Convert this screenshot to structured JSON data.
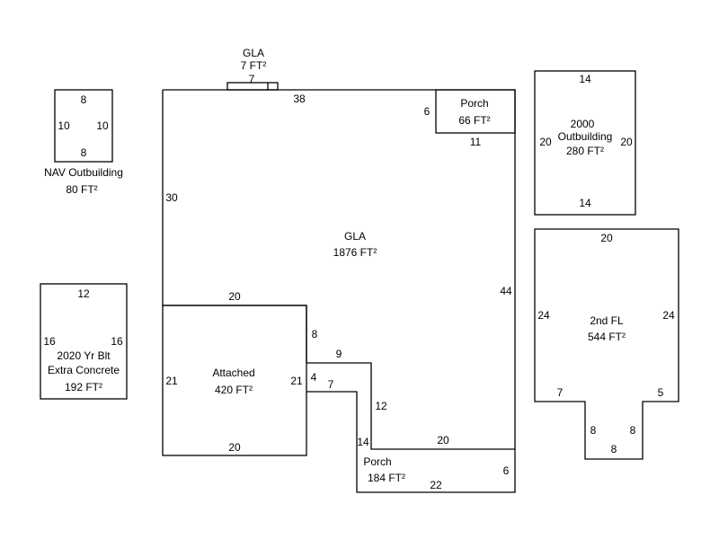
{
  "areas": {
    "gla_small": {
      "name": "GLA",
      "area": "7 FT²",
      "dims": [
        "7"
      ]
    },
    "gla_main": {
      "name": "GLA",
      "area": "1876 FT²",
      "dims": [
        "38",
        "30",
        "44",
        "20",
        "8",
        "9",
        "12",
        "20"
      ]
    },
    "porch_top": {
      "name": "Porch",
      "area": "66 FT²",
      "dims": [
        "6",
        "11"
      ]
    },
    "attached": {
      "name": "Attached",
      "area": "420 FT²",
      "dims": [
        "20",
        "21",
        "21",
        "20"
      ]
    },
    "porch_bottom": {
      "name": "Porch",
      "area": "184 FT²",
      "dims": [
        "4",
        "7",
        "14",
        "22",
        "6"
      ]
    },
    "nav_outbuilding": {
      "name": "NAV Outbuilding",
      "area": "80 FT²",
      "dims": [
        "8",
        "10",
        "10",
        "8"
      ]
    },
    "extra_concrete": {
      "name1": "2020 Yr Blt",
      "name2": "Extra Concrete",
      "area": "192 FT²",
      "dims": [
        "12",
        "16",
        "16"
      ]
    },
    "outbuilding_2000": {
      "name1": "2000",
      "name2": "Outbuilding",
      "area": "280 FT²",
      "dims": [
        "14",
        "20",
        "20",
        "14"
      ]
    },
    "second_floor": {
      "name": "2nd FL",
      "area": "544 FT²",
      "dims": [
        "20",
        "24",
        "24",
        "7",
        "5",
        "8",
        "8",
        "8"
      ]
    }
  }
}
